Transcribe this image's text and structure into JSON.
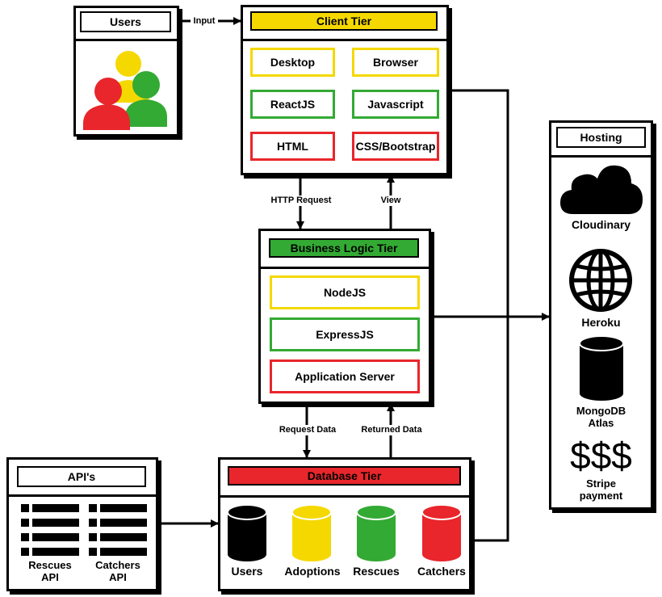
{
  "colors": {
    "yellow": "#f5d800",
    "green": "#33aa33",
    "red": "#e8262b",
    "black": "#000000"
  },
  "users": {
    "title": "Users",
    "icon": "people-group-icon"
  },
  "client": {
    "title": "Client Tier",
    "items": [
      {
        "label": "Desktop",
        "color": "yellow"
      },
      {
        "label": "Browser",
        "color": "yellow"
      },
      {
        "label": "ReactJS",
        "color": "green"
      },
      {
        "label": "Javascript",
        "color": "green"
      },
      {
        "label": "HTML",
        "color": "red"
      },
      {
        "label": "CSS/Bootstrap",
        "color": "red"
      }
    ]
  },
  "business": {
    "title": "Business Logic Tier",
    "items": [
      {
        "label": "NodeJS",
        "color": "yellow"
      },
      {
        "label": "ExpressJS",
        "color": "green"
      },
      {
        "label": "Application Server",
        "color": "red"
      }
    ]
  },
  "database": {
    "title": "Database Tier",
    "items": [
      {
        "label": "Users",
        "color": "black"
      },
      {
        "label": "Adoptions",
        "color": "yellow"
      },
      {
        "label": "Rescues",
        "color": "green"
      },
      {
        "label": "Catchers",
        "color": "red"
      }
    ]
  },
  "apis": {
    "title": "API's",
    "items": [
      {
        "label_line1": "Rescues",
        "label_line2": "API"
      },
      {
        "label_line1": "Catchers",
        "label_line2": "API"
      }
    ]
  },
  "hosting": {
    "title": "Hosting",
    "cloudinary": "Cloudinary",
    "heroku": "Heroku",
    "mongodb_line1": "MongoDB",
    "mongodb_line2": "Atlas",
    "dollar_glyph": "$$$",
    "stripe_line1": "Stripe",
    "stripe_line2": "payment"
  },
  "arrows": {
    "input": "Input",
    "http_request": "HTTP Request",
    "view": "View",
    "request_data": "Request Data",
    "returned_data": "Returned Data"
  }
}
